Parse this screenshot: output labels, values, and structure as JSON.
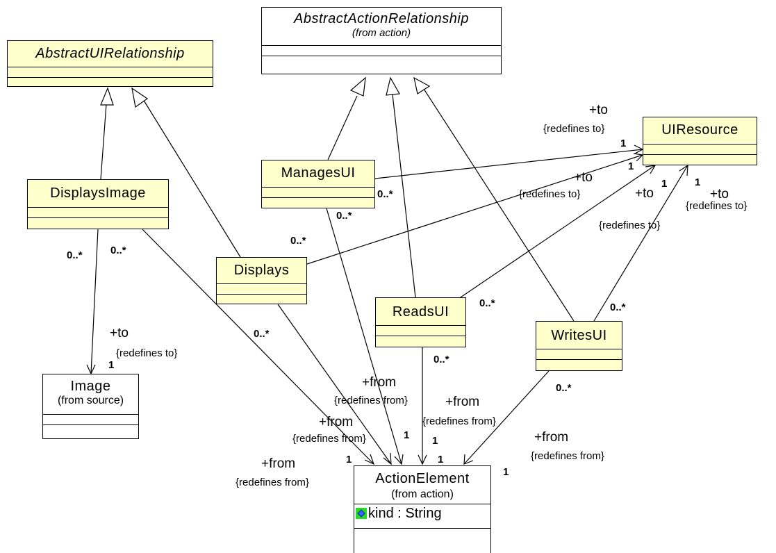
{
  "classes": {
    "abstract_action_relationship": {
      "name": "AbstractActionRelationship",
      "package": "(from action)"
    },
    "abstract_ui_relationship": {
      "name": "AbstractUIRelationship"
    },
    "ui_resource": {
      "name": "UIResource"
    },
    "manages_ui": {
      "name": "ManagesUI"
    },
    "displays_image": {
      "name": "DisplaysImage"
    },
    "displays": {
      "name": "Displays"
    },
    "reads_ui": {
      "name": "ReadsUI"
    },
    "writes_ui": {
      "name": "WritesUI"
    },
    "image": {
      "name": "Image",
      "package": "(from source)"
    },
    "action_element": {
      "name": "ActionElement",
      "package": "(from action)",
      "attribute": "kind : String"
    }
  },
  "labels": {
    "to_role": "+to",
    "redefines_to": "{redefines to}",
    "from_role": "+from",
    "redefines_from": "{redefines from}",
    "mult_one": "1",
    "mult_many": "0..*"
  }
}
